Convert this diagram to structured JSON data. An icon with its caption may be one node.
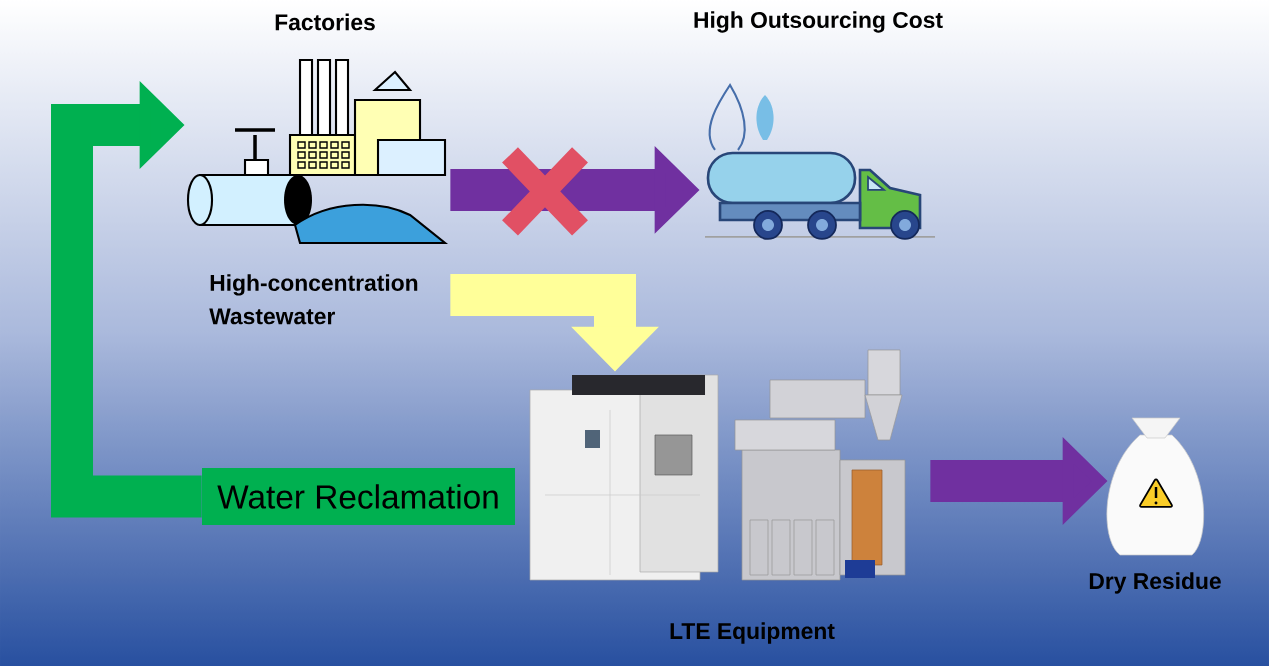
{
  "diagram": {
    "nodes": [
      {
        "text": [
          "Factories"
        ],
        "beside": [
          "High-concentration Wastewater"
        ]
      },
      {
        "text": [
          "High Outsourcing Cost"
        ]
      },
      {
        "text": [
          "LTE Equipment"
        ]
      },
      {
        "text": [
          "Water Reclamation"
        ]
      },
      {
        "text": [
          "Dry Residue"
        ]
      }
    ],
    "edges": [
      {
        "from": 0,
        "to": 1,
        "arrow": "to",
        "color": "#7030a0"
      },
      {
        "from": 0,
        "to": 2,
        "arrow": "to",
        "color": "#ffff99"
      },
      {
        "from": 3,
        "to": 0,
        "arrow": "to",
        "color": "#00b050"
      },
      {
        "from": 2,
        "to": 4,
        "arrow": "to",
        "color": "#7030a0"
      }
    ]
  }
}
